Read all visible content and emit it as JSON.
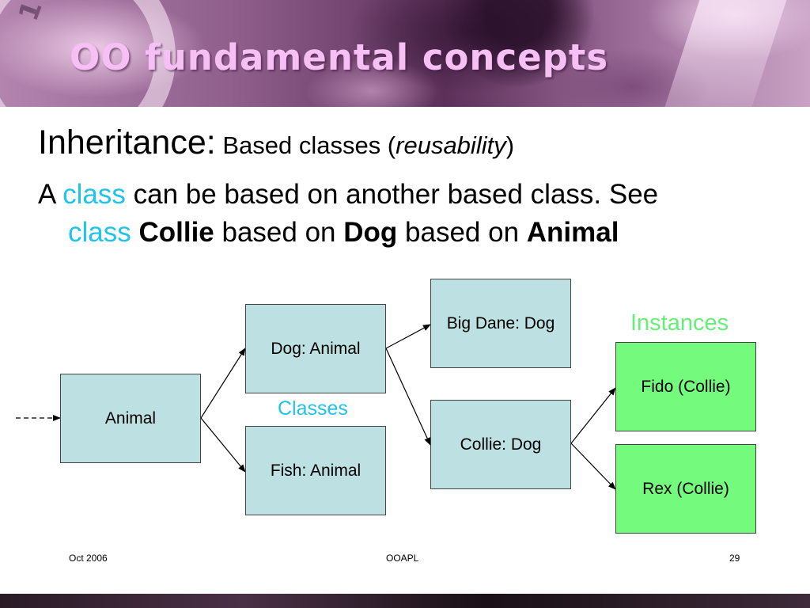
{
  "slide": {
    "title": "OO fundamental concepts",
    "heading": "Inheritance:",
    "subheading_pre": " Based classes (",
    "subheading_em": "reusability",
    "subheading_post": ")",
    "para": {
      "a": "A ",
      "class_word": "class",
      "text1": " can be based on another based class. See",
      "class_word2": "class",
      "sp": " ",
      "collie": "Collie",
      "based_on1": " based on ",
      "dog": "Dog",
      "based_on2": " based on ",
      "animal": "Animal"
    }
  },
  "diagram": {
    "boxes": {
      "animal": "Animal",
      "dog": "Dog: Animal",
      "fish": "Fish: Animal",
      "bigdane": "Big Dane: Dog",
      "collie": "Collie: Dog",
      "fido": "Fido (Collie)",
      "rex": "Rex (Collie)"
    },
    "labels": {
      "classes": "Classes",
      "instances": "Instances"
    },
    "colors": {
      "class_box": "#bde0e2",
      "instance_box": "#74fb7e",
      "classes_label": "#1fc4e8",
      "instances_label": "#66ee77"
    }
  },
  "footer": {
    "date": "Oct 2006",
    "center": "OOAPL",
    "page": "29"
  }
}
